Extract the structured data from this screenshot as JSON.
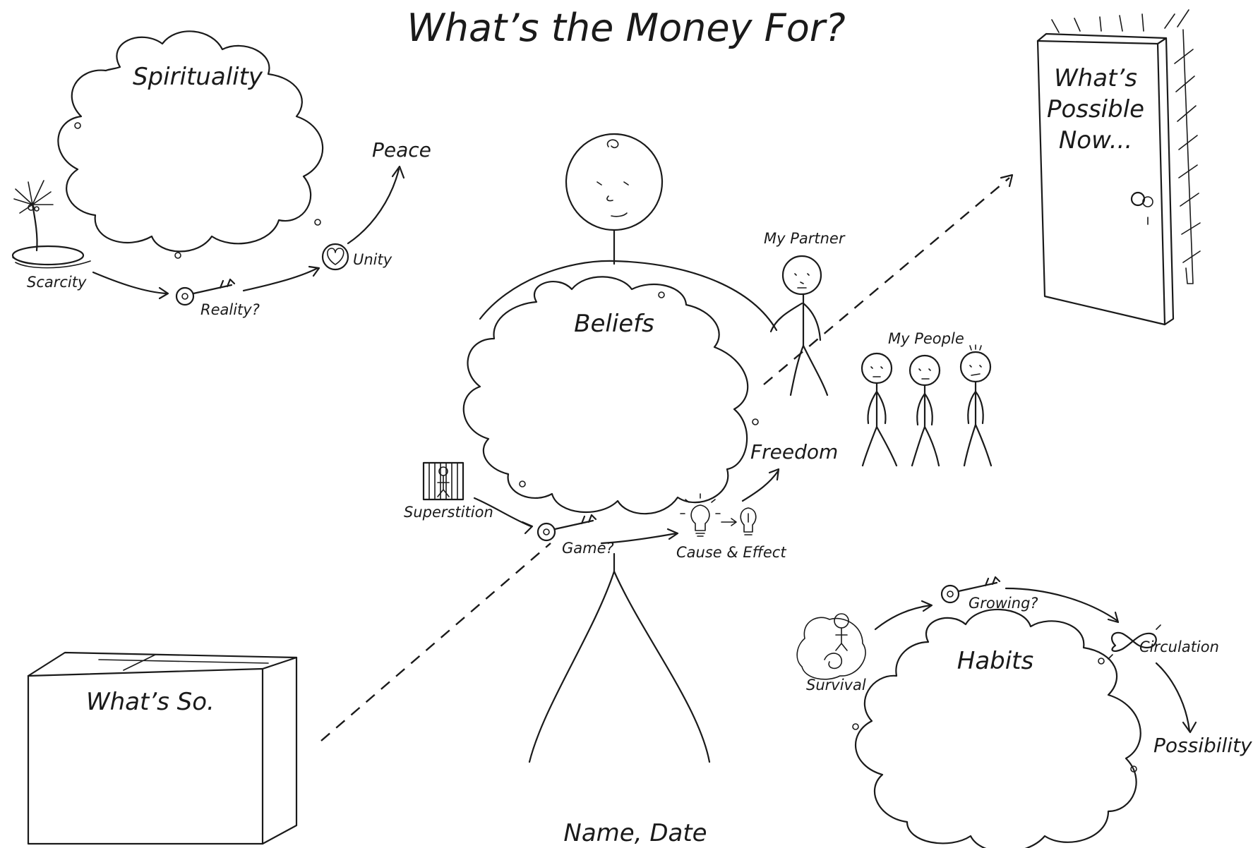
{
  "title": "What’s the Money For?",
  "footer": "Name, Date",
  "spirituality": {
    "cloud_label": "Spirituality",
    "start": "Scarcity",
    "key": "Reality?",
    "middle": "Unity",
    "end": "Peace"
  },
  "beliefs": {
    "cloud_label": "Beliefs",
    "start": "Superstition",
    "key": "Game?",
    "middle": "Cause & Effect",
    "end": "Freedom"
  },
  "habits": {
    "cloud_label": "Habits",
    "start": "Survival",
    "key": "Growing?",
    "middle": "Circulation",
    "end": "Possibility"
  },
  "people": {
    "partner": "My Partner",
    "group": "My People"
  },
  "box_label": "What’s So.",
  "door_label": [
    "What’s",
    "Possible",
    "Now..."
  ],
  "icons": [
    "palm-island-icon",
    "key-icon",
    "heart-icon",
    "jail-icon",
    "lightbulb-icon",
    "infinity-icon",
    "stick-figure-icon",
    "door-icon",
    "box-icon"
  ]
}
